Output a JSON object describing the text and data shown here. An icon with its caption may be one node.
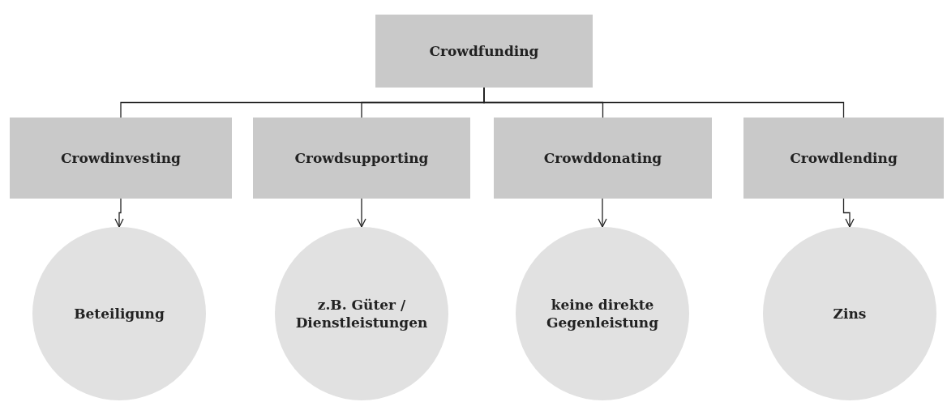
{
  "diagram": {
    "nodes": [
      {
        "text": [
          "Crowdfunding"
        ]
      },
      {
        "text": [
          "Crowdinvesting"
        ]
      },
      {
        "text": [
          "Crowdsupporting"
        ]
      },
      {
        "text": [
          "Crowddonating"
        ]
      },
      {
        "text": [
          "Crowdlending"
        ]
      },
      {
        "text": [
          "Beteiligung"
        ]
      },
      {
        "text": [
          "z.B. Güter / Dienstleistungen"
        ]
      },
      {
        "text": [
          "keine direkte Gegenleistung"
        ]
      },
      {
        "text": [
          "Zins"
        ]
      }
    ],
    "edges": [
      {
        "from": 0,
        "to": 1,
        "arrow": "none"
      },
      {
        "from": 0,
        "to": 2,
        "arrow": "none"
      },
      {
        "from": 0,
        "to": 3,
        "arrow": "none"
      },
      {
        "from": 0,
        "to": 4,
        "arrow": "none"
      },
      {
        "from": 1,
        "to": 5,
        "arrow": "to"
      },
      {
        "from": 2,
        "to": 6,
        "arrow": "to"
      },
      {
        "from": 3,
        "to": 7,
        "arrow": "to"
      },
      {
        "from": 4,
        "to": 8,
        "arrow": "to"
      }
    ]
  }
}
